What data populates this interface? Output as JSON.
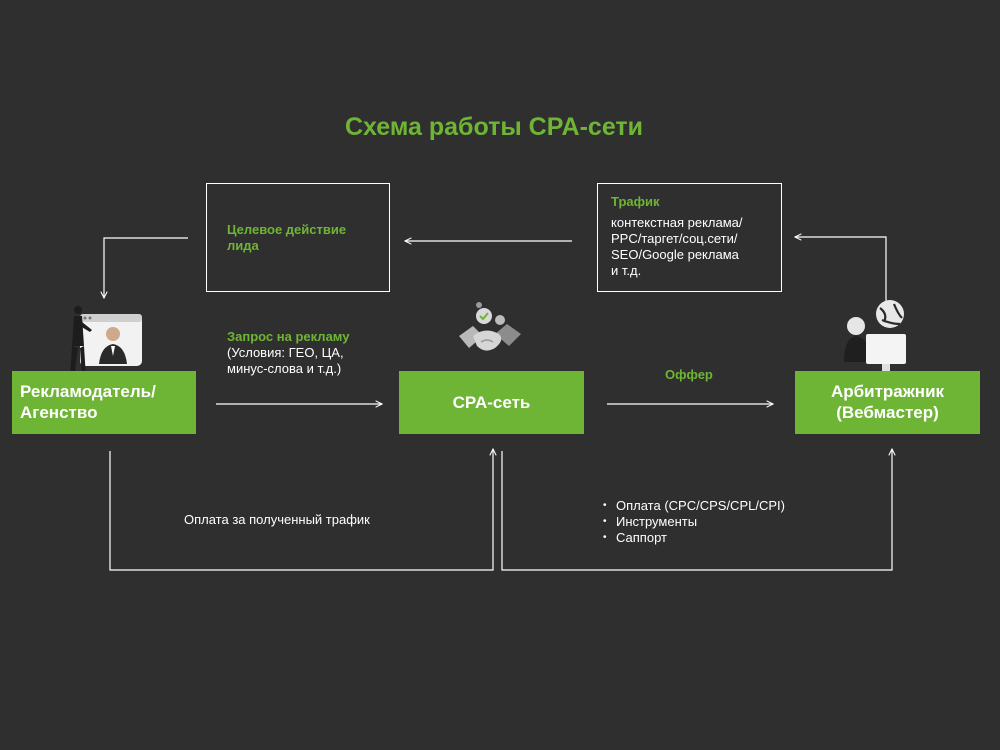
{
  "title": "Схема работы CPA-сети",
  "nodes": {
    "advertiser": {
      "line1": "Рекламодатель/",
      "line2": "Агенство"
    },
    "cpa": {
      "label": "CPA-сеть"
    },
    "arbitrager": {
      "line1": "Арбитражник",
      "line2": "(Вебмастер)"
    }
  },
  "target_action": {
    "line1": "Целевое действие",
    "line2": "лида"
  },
  "traffic": {
    "title": "Трафик",
    "lines": [
      "контекстная реклама/",
      "PPC/таргет/соц.сети/",
      "SEO/Google реклама",
      "и т.д."
    ]
  },
  "request": {
    "title": "Запрос на рекламу",
    "line1": "(Условия: ГЕО, ЦА,",
    "line2": "минус-слова и т.д.)"
  },
  "offer": {
    "label": "Оффер"
  },
  "payment": {
    "label": "Оплата за полученный трафик"
  },
  "services": [
    "Оплата (CPC/CPS/CPL/CPI)",
    "Инструменты",
    "Саппорт"
  ],
  "colors": {
    "background": "#2f2f2f",
    "accent": "#6fb535",
    "text": "#ffffff"
  },
  "icons": {
    "advertiser": "advertiser-illustration-icon",
    "cpa": "handshake-illustration-icon",
    "arbitrager": "webmaster-illustration-icon"
  }
}
